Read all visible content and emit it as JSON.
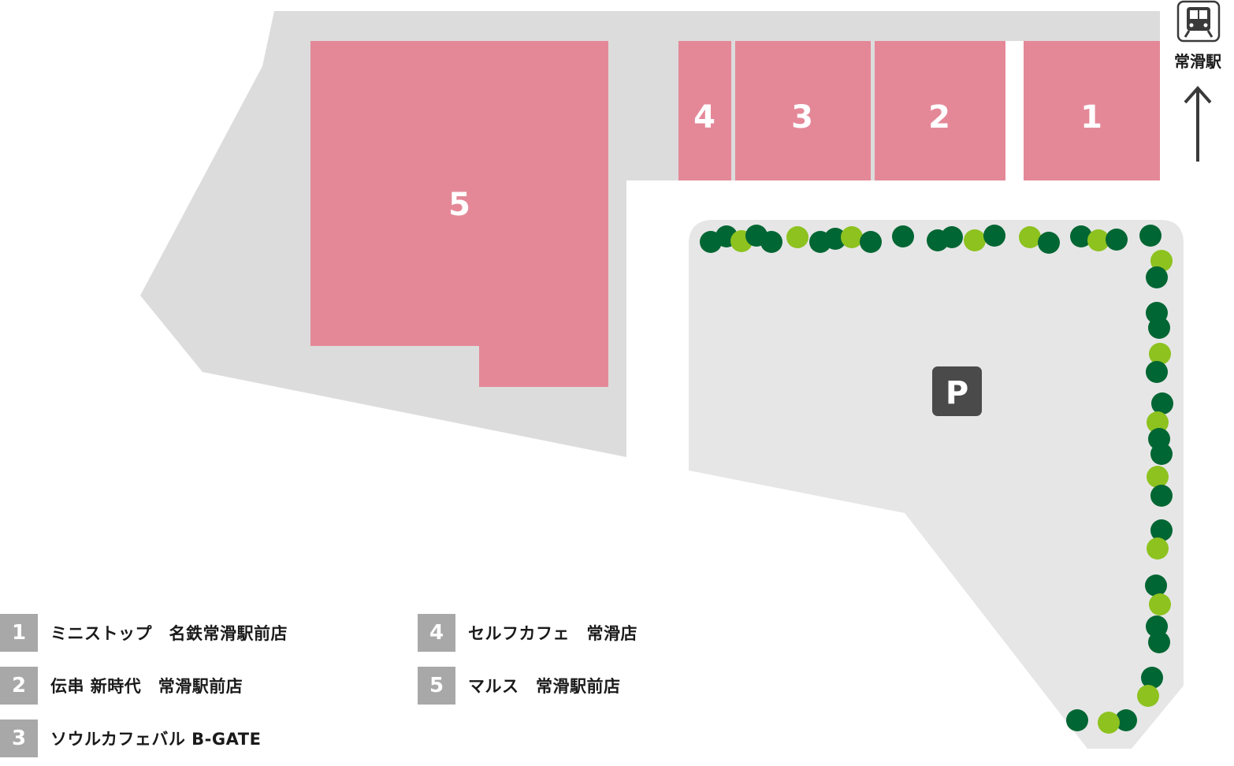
{
  "map": {
    "colors": {
      "background": "#ffffff",
      "lot_area": "#dcdcdc",
      "parking_area": "#e6e6e6",
      "store": "#e48898",
      "tree_dark": "#006633",
      "tree_light": "#8dc21f",
      "parking_sign": "#4a4a4a",
      "legend_badge": "#a8a8a8",
      "arrow": "#3a3a3a"
    },
    "stores": [
      {
        "id": "1",
        "label": "1"
      },
      {
        "id": "2",
        "label": "2"
      },
      {
        "id": "3",
        "label": "3"
      },
      {
        "id": "4",
        "label": "4"
      },
      {
        "id": "5",
        "label": "5"
      }
    ],
    "parking": {
      "label": "P",
      "icon": "parking-sign-icon"
    },
    "station": {
      "label": "常滑駅",
      "icon": "train-icon",
      "direction_icon": "arrow-up-icon"
    }
  },
  "legend": [
    {
      "num": "1",
      "text": "ミニストップ　名鉄常滑駅前店"
    },
    {
      "num": "2",
      "text": "伝串 新時代　常滑駅前店"
    },
    {
      "num": "3",
      "text": "ソウルカフェバル B-GATE"
    },
    {
      "num": "4",
      "text": "セルフカフェ　常滑店"
    },
    {
      "num": "5",
      "text": "マルス　常滑駅前店"
    }
  ]
}
